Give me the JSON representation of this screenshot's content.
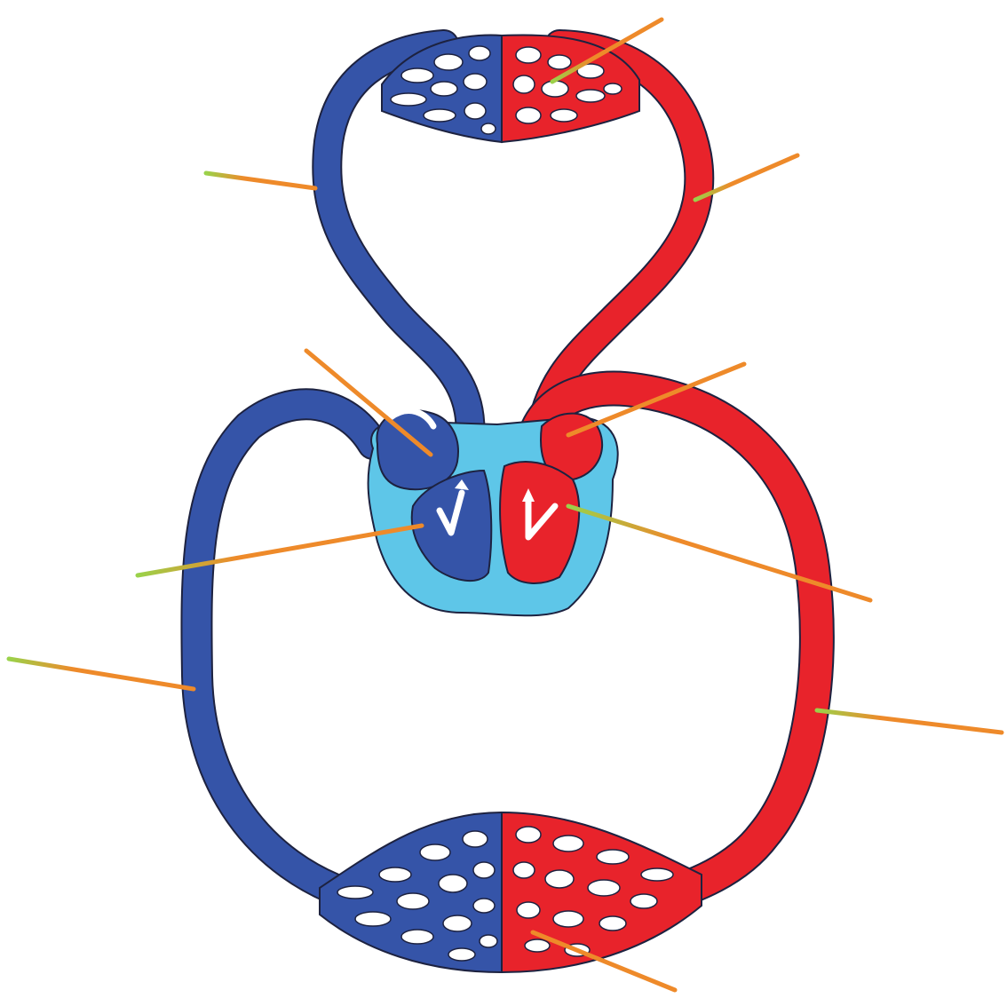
{
  "diagram": {
    "subject": "double-circulation-system",
    "colors": {
      "deoxygenated": "#3554a8",
      "oxygenated": "#e8232b",
      "heart_tissue": "#5ec6e8",
      "outline": "#1d2240",
      "pointer": "#ee8a2a",
      "pointer_tip": "#9ad24a",
      "arrow": "#ffffff",
      "background": "#ffffff"
    },
    "labels": [],
    "pointers": [
      {
        "id": "lung-capillaries",
        "icon": "pointer-line"
      },
      {
        "id": "pulmonary-artery",
        "icon": "pointer-line"
      },
      {
        "id": "pulmonary-vein",
        "icon": "pointer-line"
      },
      {
        "id": "right-atrium",
        "icon": "pointer-line"
      },
      {
        "id": "left-atrium",
        "icon": "pointer-line"
      },
      {
        "id": "right-ventricle",
        "icon": "pointer-line"
      },
      {
        "id": "left-ventricle",
        "icon": "pointer-line"
      },
      {
        "id": "vena-cava",
        "icon": "pointer-line"
      },
      {
        "id": "aorta",
        "icon": "pointer-line"
      },
      {
        "id": "body-capillaries",
        "icon": "pointer-line"
      }
    ]
  }
}
